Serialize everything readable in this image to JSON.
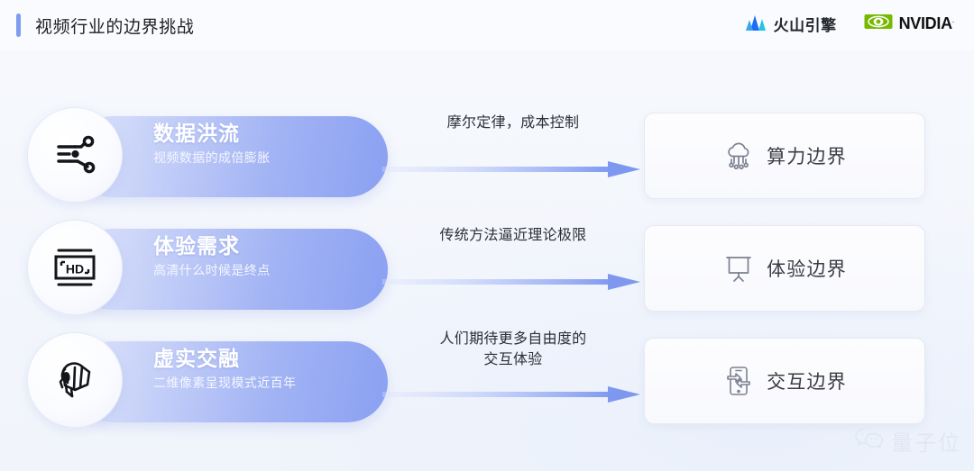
{
  "header": {
    "title": "视频行业的边界挑战",
    "accent_color": "#7e9cf0",
    "logos": [
      {
        "name": "volcano-engine",
        "text": "火山引擎",
        "color": "#2f7ef6"
      },
      {
        "name": "nvidia",
        "text": "NVIDIA",
        "trademark": ".",
        "color": "#76b900"
      }
    ]
  },
  "rows": [
    {
      "icon": "data-flow-icon",
      "title": "数据洪流",
      "subtitle": "视频数据的成倍膨胀",
      "arrow_label": "摩尔定律，成本控制",
      "arrow_label_lines": [
        "摩尔定律，成本控制"
      ],
      "card_icon": "cloud-compute-icon",
      "card_label": "算力边界"
    },
    {
      "icon": "hd-screen-icon",
      "title": "体验需求",
      "subtitle": "高清什么时候是终点",
      "arrow_label": "传统方法逼近理论极限",
      "arrow_label_lines": [
        "传统方法逼近理论极限"
      ],
      "card_icon": "projector-screen-icon",
      "card_label": "体验边界"
    },
    {
      "icon": "vr-headset-icon",
      "title": "虚实交融",
      "subtitle": "二维像素呈现模式近百年",
      "arrow_label": "人们期待更多自由度的交互体验",
      "arrow_label_lines": [
        "人们期待更多自由度的",
        "交互体验"
      ],
      "card_icon": "device-interaction-icon",
      "card_label": "交互边界"
    }
  ],
  "watermark": {
    "icon": "wechat-icon",
    "text": "量子位"
  },
  "palette": {
    "page_bg": "#f4f7fc",
    "header_bg": "#fafbfe",
    "pill_gradient_start": "#dfe5fb",
    "pill_gradient_end": "#8aa0f2",
    "arrow_color": "#8ba4f0",
    "card_bg": "#fbfcfe",
    "card_border": "#e6e9f1",
    "text_dark": "#2c2f36"
  }
}
